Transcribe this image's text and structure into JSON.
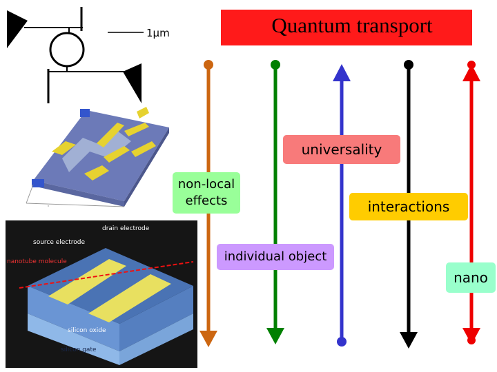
{
  "title": "Quantum transport",
  "scale_bar": "1μm",
  "arrows": [
    {
      "id": "orange",
      "color": "#cc6611",
      "top": "dot",
      "bottom": "arrow"
    },
    {
      "id": "green",
      "color": "#008000",
      "top": "dot",
      "bottom": "arrow"
    },
    {
      "id": "blue",
      "color": "#3333cc",
      "top": "arrow",
      "bottom": "dot"
    },
    {
      "id": "black",
      "color": "#000000",
      "top": "dot",
      "bottom": "arrow"
    },
    {
      "id": "red",
      "color": "#ee0000",
      "top": "dot",
      "bottom": "dot",
      "both_arrowheads": true
    }
  ],
  "labels": {
    "universality": "universality",
    "nonlocal_line1": "non-local",
    "nonlocal_line2": "effects",
    "interactions": "interactions",
    "individual": "individual object",
    "nano": "nano"
  },
  "device_labels": {
    "drain": "drain electrode",
    "source": "source electrode",
    "nanotube": "nanotube molecule",
    "oxide": "silicon oxide",
    "gate": "silicon gate"
  },
  "colors": {
    "title_bg": "#ff1a1a",
    "universality_bg": "#f87a7a",
    "nonlocal_bg": "#99ff99",
    "interactions_bg": "#ffcc00",
    "individual_bg": "#cc99ff",
    "nano_bg": "#99ffcc"
  }
}
